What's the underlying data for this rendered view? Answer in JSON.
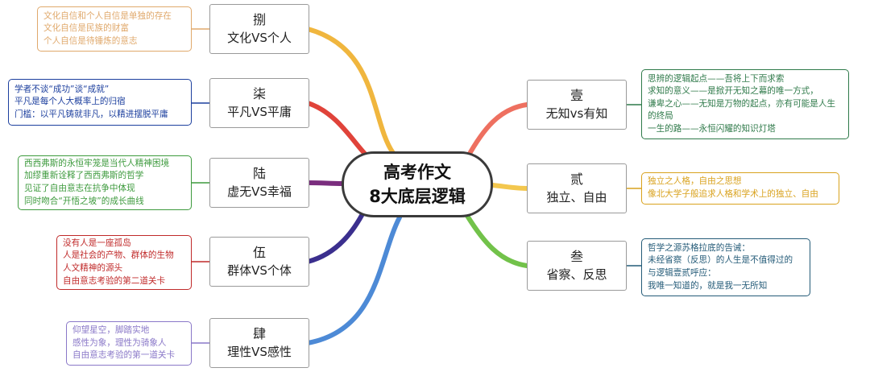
{
  "center": {
    "line1": "高考作文",
    "line2": "8大底层逻辑"
  },
  "topics": [
    {
      "id": "ba",
      "num": "捌",
      "title": "文化VS个人",
      "color": "#e0a96c",
      "notes": [
        "文化自信和个人自信是单独的存在",
        "文化自信是民族的财富",
        "个人自信是待锤炼的意志"
      ]
    },
    {
      "id": "qi",
      "num": "柒",
      "title": "平凡VS平庸",
      "color": "#1c3f9e",
      "notes": [
        "学者不谈“成功”谈“成就”",
        "平凡是每个人大概率上的归宿",
        "门槛：以平凡铸就非凡，以精进摆脱平庸"
      ]
    },
    {
      "id": "lu",
      "num": "陆",
      "title": "虚无VS幸福",
      "color": "#3d9a3d",
      "notes": [
        "西西弗斯的永恒牢笼是当代人精神困境",
        "加缪重新诠释了西西弗斯的哲学",
        "见证了自由意志在抗争中体现",
        "同时吻合“开悟之坡”的成长曲线"
      ]
    },
    {
      "id": "wu",
      "num": "伍",
      "title": "群体VS个体",
      "color": "#c02a2a",
      "notes": [
        "没有人是一座孤岛",
        "人是社会的产物、群体的生物",
        "人文精神的源头",
        "自由意志考验的第二道关卡"
      ]
    },
    {
      "id": "si",
      "num": "肆",
      "title": "理性VS感性",
      "color": "#8a78c8",
      "notes": [
        "仰望星空，脚踏实地",
        "感性为象，理性为骑象人",
        "自由意志考验的第一道关卡"
      ]
    },
    {
      "id": "yi",
      "num": "壹",
      "title": "无知vs有知",
      "color": "#2f7a4a",
      "notes": [
        "思辨的逻辑起点——吾将上下而求索",
        "求知的意义——是掀开无知之幕的唯一方式，",
        "谦卑之心——无知是万物的起点，亦有可能是人生的终局",
        "一生的路——永恒闪耀的知识灯塔"
      ]
    },
    {
      "id": "er",
      "num": "贰",
      "title": "独立、自由",
      "color": "#d9a21e",
      "notes": [
        "独立之人格，自由之思想",
        "像北大学子般追求人格和学术上的独立、自由"
      ]
    },
    {
      "id": "san",
      "num": "叁",
      "title": "省察、反思",
      "color": "#245b78",
      "notes": [
        "哲学之源苏格拉底的告诫：",
        "未经省察（反思）的人生是不值得过的",
        "与逻辑壹贰呼应：",
        "我唯一知道的，就是我一无所知"
      ]
    }
  ],
  "branch_colors": {
    "ba": "#f0b63e",
    "qi": "#e0433a",
    "lu": "#7a2d7e",
    "wu": "#3b2f8e",
    "si": "#4d8ad6",
    "yi": "#ee7060",
    "er": "#f3c74e",
    "san": "#72c24a"
  }
}
